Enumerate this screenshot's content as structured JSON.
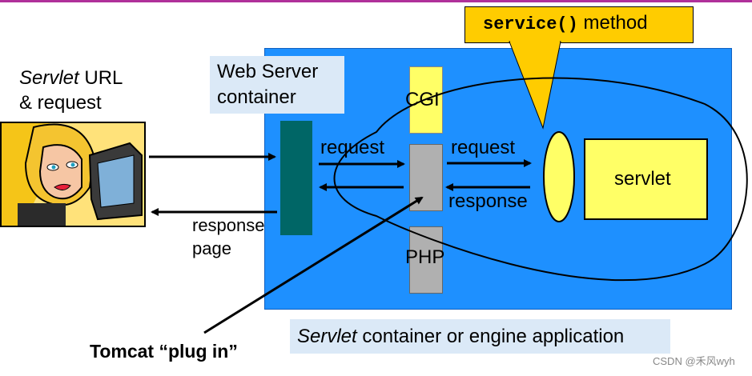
{
  "client": {
    "url_italic": "Servlet",
    "url_rest": " URL",
    "request_line": "& request"
  },
  "web_server": {
    "line1": "Web Server",
    "line2": "container"
  },
  "cgi": "CGI",
  "php": "PHP",
  "arrows": {
    "request_left": "request",
    "request_right": "request",
    "response_right": "response",
    "response_page_line1": "response",
    "response_page_line2": "page"
  },
  "callout": {
    "code": "service()",
    "text": " method"
  },
  "servlet": "servlet",
  "tomcat": "Tomcat “plug in”",
  "container_caption": {
    "italic": "Servlet",
    "rest": " container or engine application"
  },
  "watermark": "CSDN @禾风wyh",
  "colors": {
    "server_bg": "#1e90ff",
    "connector": "#006666",
    "servlet_fill": "#ffff66",
    "callout_fill": "#ffcc00",
    "caption_bg": "#dbe9f7",
    "cgi_fill": "#ffff66",
    "php_fill": "#b0b0b0"
  }
}
